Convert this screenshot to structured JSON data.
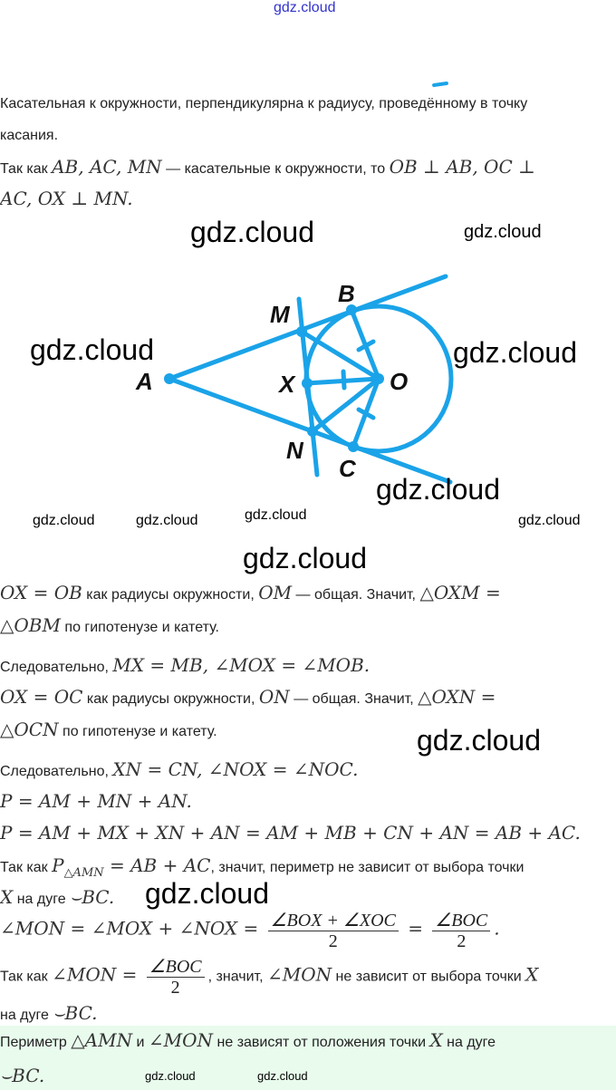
{
  "watermark": "gdz.cloud",
  "lines": [
    [
      {
        "t": "Касательная к окружности, перпендикулярна к радиусу, проведённому в точку"
      }
    ],
    [
      {
        "t": "касания."
      }
    ],
    [
      {
        "t": "Так как "
      },
      {
        "m": "AB,  AC,  MN"
      },
      {
        "t": " — касательные к окружности, то "
      },
      {
        "m": "OB ⊥ AB,  OC ⊥"
      }
    ],
    [
      {
        "m": "AC,  OX ⊥ MN."
      }
    ],
    [
      {
        "m": "OX = OB"
      },
      {
        "t": " как радиусы окружности, "
      },
      {
        "m": "OM"
      },
      {
        "t": " — общая. Значит, "
      },
      {
        "m": "△OXM ="
      }
    ],
    [
      {
        "m": "△OBM"
      },
      {
        "t": " по гипотенузе и катету."
      }
    ],
    [
      {
        "t": "Следовательно, "
      },
      {
        "m": "MX = MB,  ∠MOX = ∠MOB."
      }
    ],
    [
      {
        "m": "OX = OC"
      },
      {
        "t": " как радиусы окружности, "
      },
      {
        "m": "ON"
      },
      {
        "t": " — общая. Значит, "
      },
      {
        "m": "△OXN ="
      }
    ],
    [
      {
        "m": "△OCN"
      },
      {
        "t": " по гипотенузе и катету."
      }
    ],
    [
      {
        "t": "Следовательно, "
      },
      {
        "m": "XN = CN,  ∠NOX = ∠NOC."
      }
    ],
    [
      {
        "m": "P = AM + MN + AN."
      }
    ],
    [
      {
        "m": "P = AM + MX + XN + AN = AM + MB + CN + AN = AB + AC."
      }
    ],
    [
      {
        "t": "Так как "
      },
      {
        "m": "P"
      },
      {
        "sub": "△AMN"
      },
      {
        "m": " = AB + AC"
      },
      {
        "t": ", значит, периметр не зависит от выбора точки"
      }
    ],
    [
      {
        "m": "X"
      },
      {
        "t": " на дуге "
      },
      {
        "m": "⌣BC."
      }
    ],
    [
      {
        "m": "∠MON = ∠MOX + ∠NOX = "
      },
      {
        "num": "∠BOX + ∠XOC",
        "den": "2"
      },
      {
        "m": " = "
      },
      {
        "num": "∠BOC",
        "den": "2"
      },
      {
        "m": "."
      }
    ],
    [
      {
        "t": "Так как "
      },
      {
        "m": "∠MON = "
      },
      {
        "num": "∠BOC",
        "den": "2"
      },
      {
        "t": ", значит, "
      },
      {
        "m": "∠MON"
      },
      {
        "t": " не зависит от выбора точки "
      },
      {
        "m": "X"
      }
    ],
    [
      {
        "t": "на дуге "
      },
      {
        "m": "⌣BC."
      }
    ]
  ],
  "answer": [
    [
      {
        "t": "Периметр "
      },
      {
        "m": "△AMN"
      },
      {
        "t": " и "
      },
      {
        "m": "∠MON"
      },
      {
        "t": " не зависят от положения точки "
      },
      {
        "m": "X"
      },
      {
        "t": " на дуге"
      }
    ],
    [
      {
        "m": "⌣BC."
      }
    ]
  ],
  "diagram": {
    "labels": {
      "A": "A",
      "B": "B",
      "C": "C",
      "M": "M",
      "N": "N",
      "X": "X",
      "O": "O"
    },
    "color": "#1aa3e8"
  }
}
